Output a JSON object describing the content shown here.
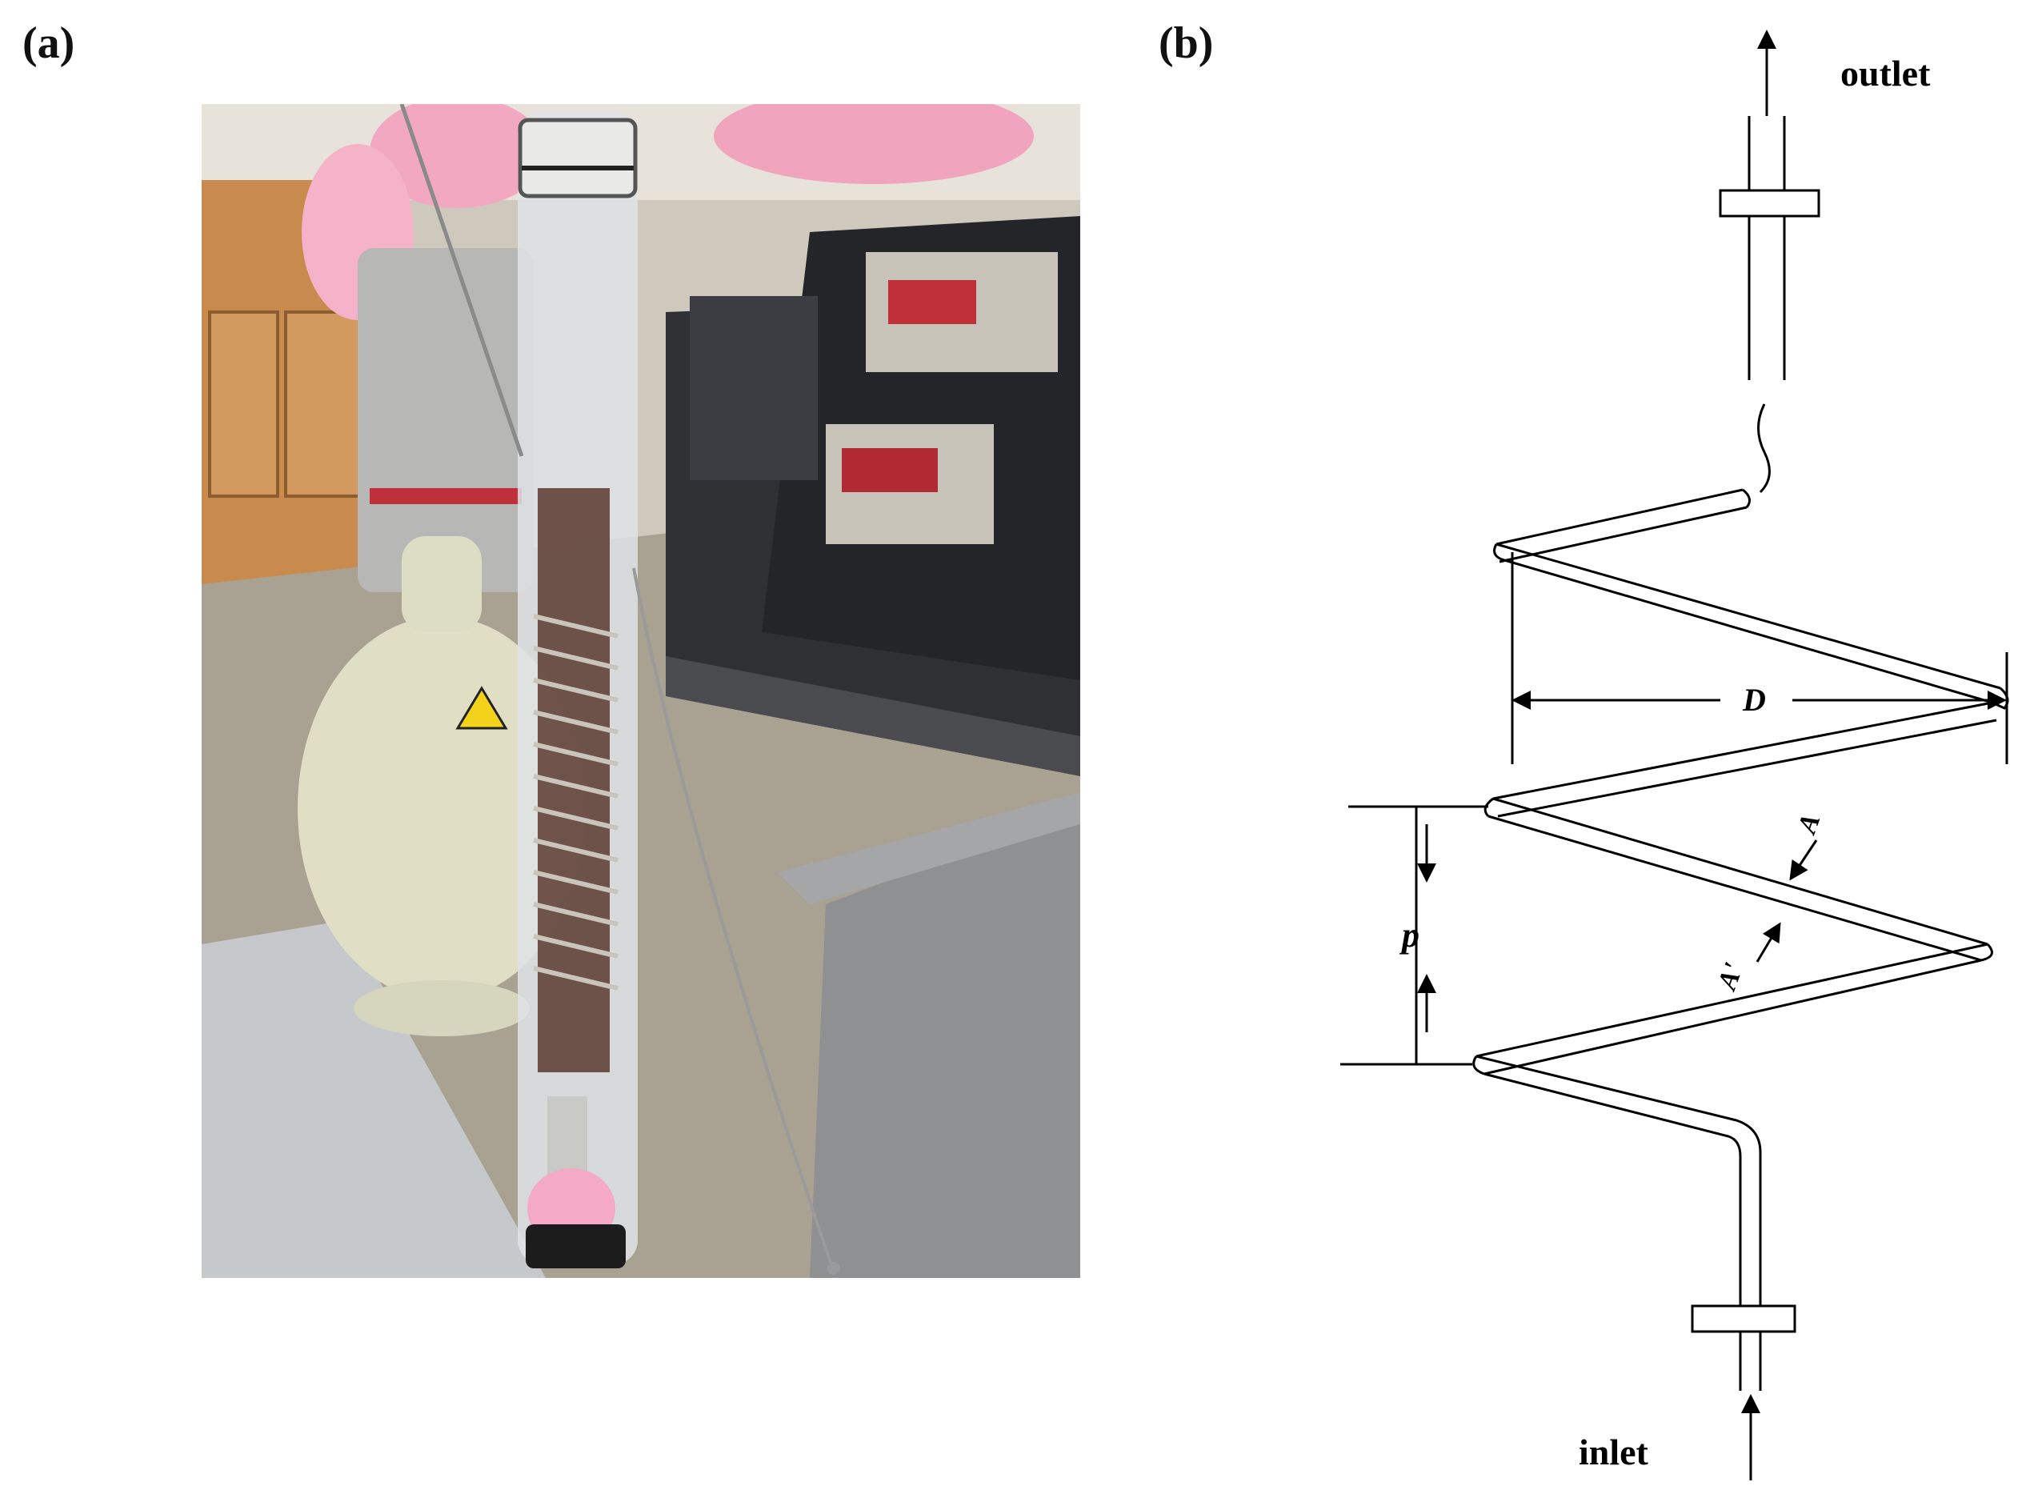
{
  "panels": {
    "a_label": "(a)",
    "b_label": "(b)"
  },
  "diagram": {
    "outlet": "outlet",
    "inlet": "inlet",
    "D": "D",
    "p": "p",
    "A": "A",
    "A_prime": "A'"
  },
  "photo": {
    "tube_color": "#d9dde0",
    "coil_color": "#b9b3a8",
    "floor_color": "#a8a090",
    "accent_pink": "#f0a8c0",
    "panel_dark": "#2b2b2e",
    "display_red": "#c0303a"
  }
}
